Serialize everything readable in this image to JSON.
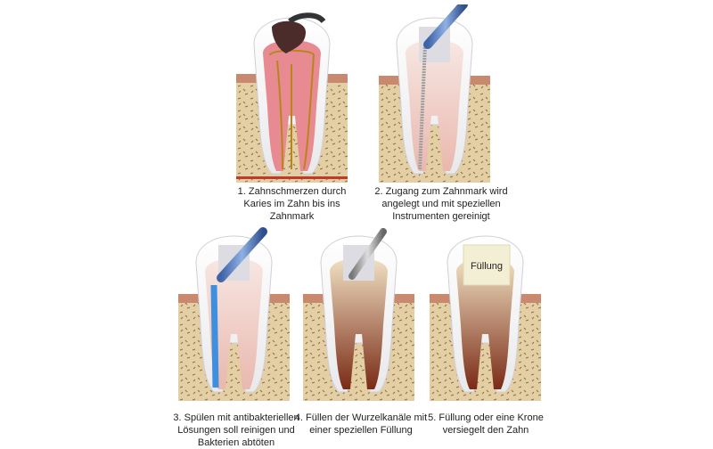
{
  "captions": [
    "1. Zahnschmerzen durch\nKaries im Zahn bis ins\nZahnmark",
    "2. Zugang zum Zahnmark wird\nangelegt und mit speziellen\nInstrumenten gereinigt",
    "3. Spülen mit antibakteriellen\nLösungen soll  reinigen und\nBakterien abtöten",
    "4. Füllen der Wurzelkanäle mit\neiner speziellen Füllung",
    "5. Füllung oder eine Krone\nversiegelt den Zahn"
  ],
  "fill_label": "Füllung"
}
